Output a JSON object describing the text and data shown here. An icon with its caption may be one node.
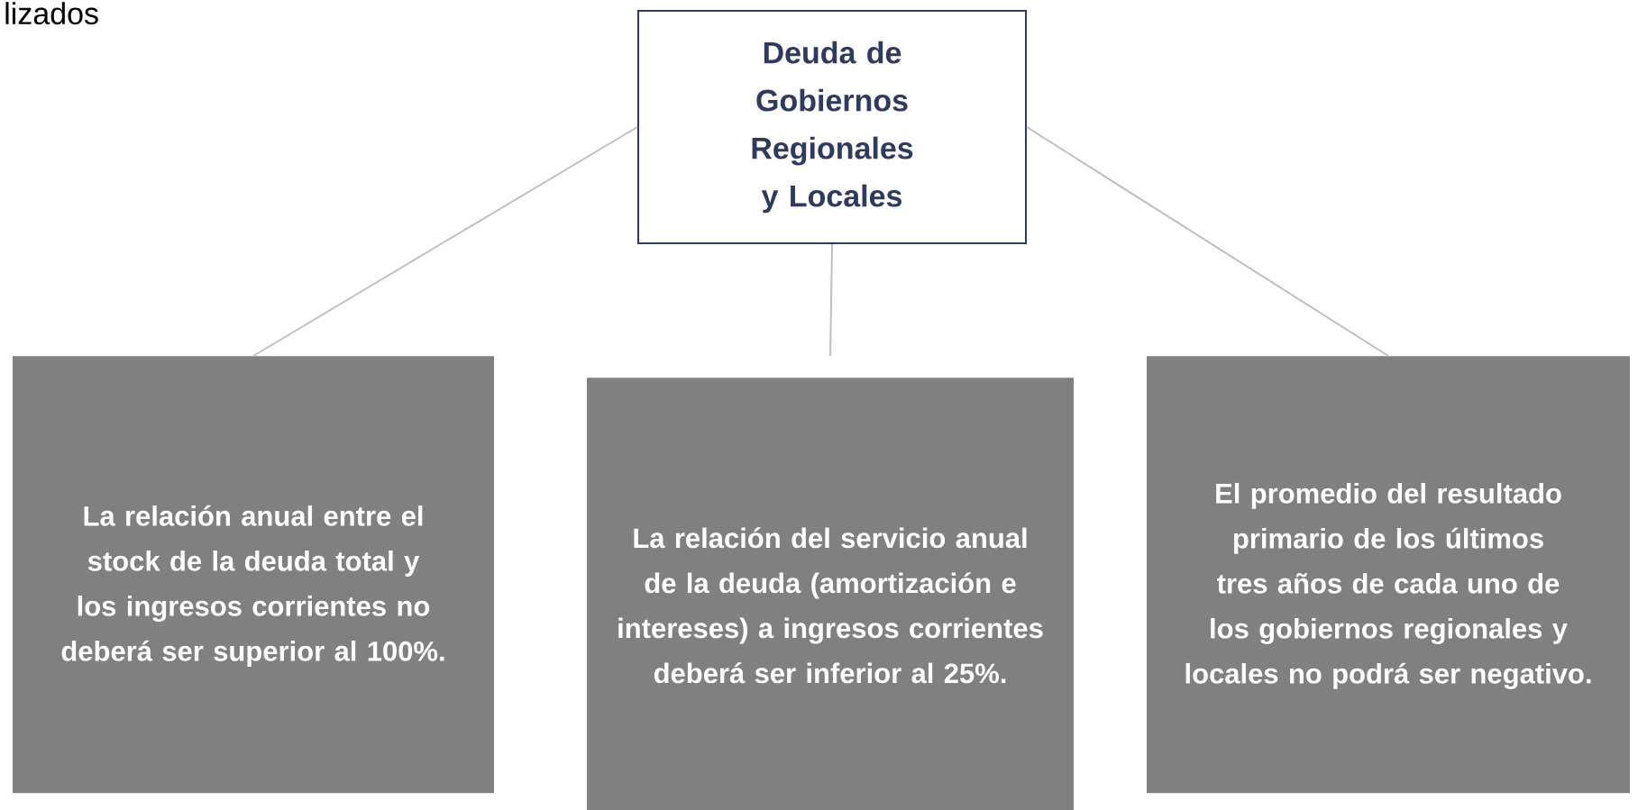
{
  "diagram": {
    "nodes": [
      {
        "text": [
          "Deuda de Gobiernos Regionales y Locales"
        ]
      },
      {
        "text": [
          "La relación anual entre el stock de la deuda total y los ingresos corrientes no deberá ser superior al 100%."
        ]
      },
      {
        "text": [
          "La relación del servicio anual de la deuda (amortización e intereses) a ingresos corrientes deberá ser inferior al  25%."
        ]
      },
      {
        "text": [
          "El promedio del resultado primario de los últimos tres años de cada uno de los gobiernos regionales y locales no podrá ser negativo."
        ]
      }
    ],
    "edges": [
      {
        "from": 0,
        "to": 1,
        "arrow": "none"
      },
      {
        "from": 0,
        "to": 2,
        "arrow": "none"
      },
      {
        "from": 0,
        "to": 3,
        "arrow": "none"
      }
    ],
    "labels": [
      "lizados"
    ]
  }
}
